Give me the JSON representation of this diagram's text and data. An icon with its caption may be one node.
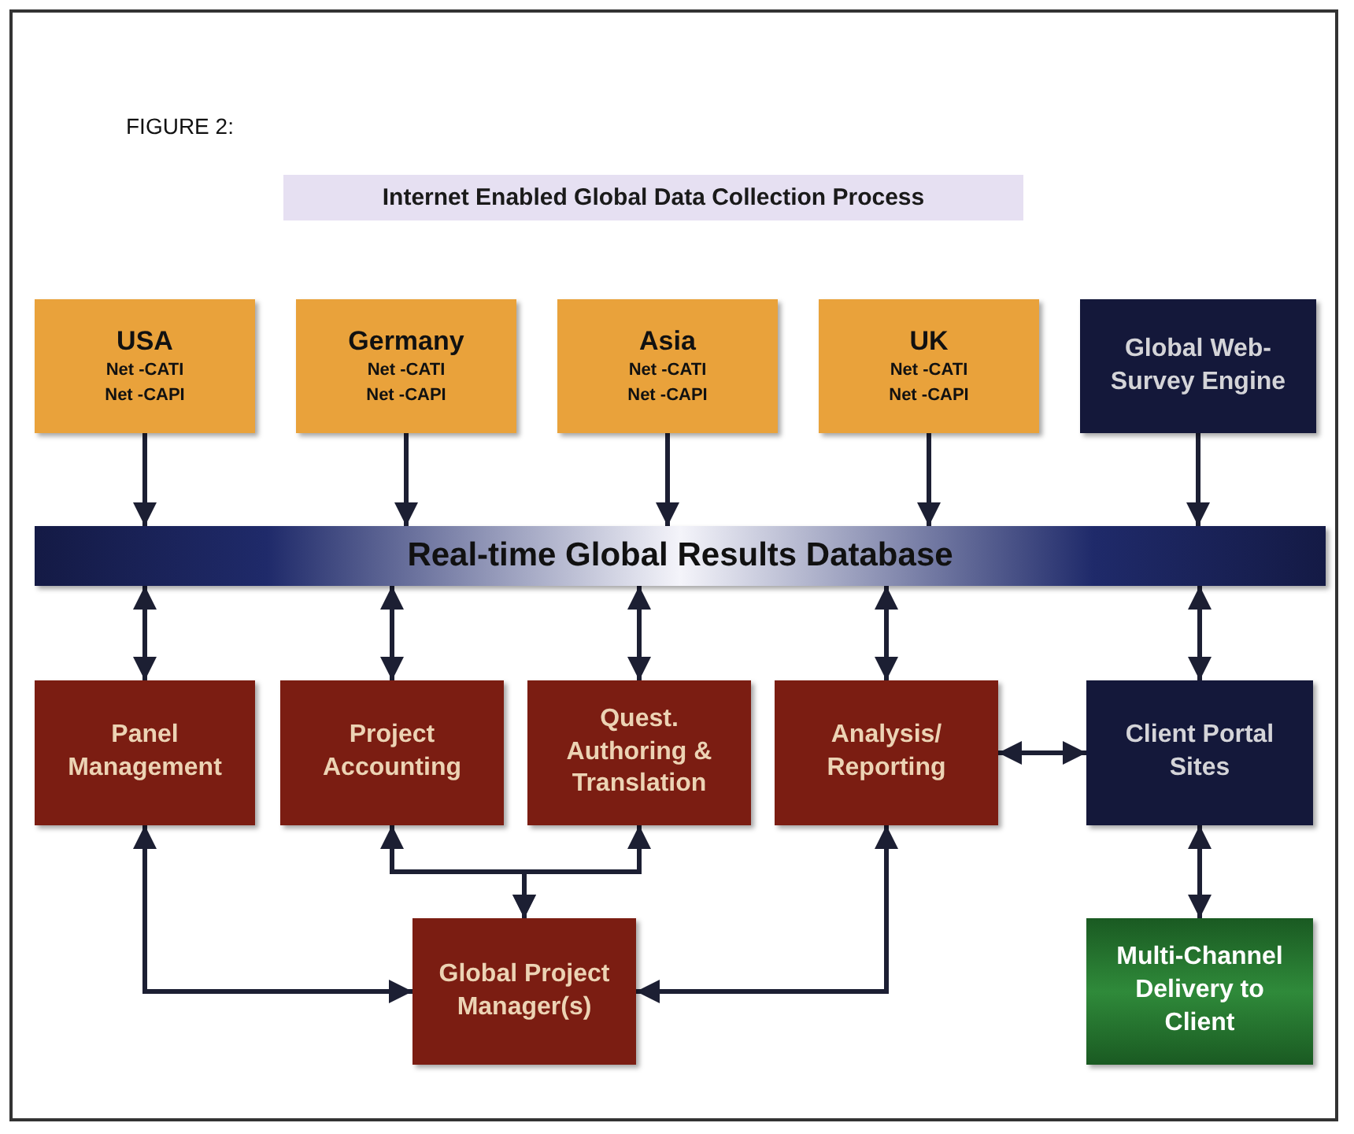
{
  "diagram": {
    "title": "Internet Enabled Global Data Collection Process",
    "nodes": [
      {
        "text": [
          "USA",
          "Net -CATI Net -CAPI"
        ]
      },
      {
        "text": [
          "Germany",
          "Net -CATI Net -CAPI"
        ]
      },
      {
        "text": [
          "Asia",
          "Net -CATI Net -CAPI"
        ]
      },
      {
        "text": [
          "UK",
          "Net -CATI Net -CAPI"
        ]
      },
      {
        "text": [
          "Global Web-Survey Engine"
        ]
      },
      {
        "text": [
          "Real-time Global Results Database"
        ]
      },
      {
        "text": [
          "Panel Management"
        ]
      },
      {
        "text": [
          "Project Accounting"
        ]
      },
      {
        "text": [
          "Quest. Authoring & Translation"
        ]
      },
      {
        "text": [
          "Analysis/ Reporting"
        ]
      },
      {
        "text": [
          "Client Portal Sites"
        ]
      },
      {
        "text": [
          "Global Project Manager(s)"
        ]
      },
      {
        "text": [
          "Multi-Channel Delivery to Client"
        ]
      }
    ],
    "edges": [
      {
        "from": 0,
        "to": 5,
        "arrow": "to"
      },
      {
        "from": 1,
        "to": 5,
        "arrow": "to"
      },
      {
        "from": 2,
        "to": 5,
        "arrow": "to"
      },
      {
        "from": 3,
        "to": 5,
        "arrow": "to"
      },
      {
        "from": 4,
        "to": 5,
        "arrow": "to"
      },
      {
        "from": 5,
        "to": 6,
        "arrow": "both"
      },
      {
        "from": 5,
        "to": 7,
        "arrow": "both"
      },
      {
        "from": 5,
        "to": 8,
        "arrow": "both"
      },
      {
        "from": 5,
        "to": 9,
        "arrow": "both"
      },
      {
        "from": 5,
        "to": 10,
        "arrow": "both"
      },
      {
        "from": 9,
        "to": 10,
        "arrow": "both"
      },
      {
        "from": 10,
        "to": 12,
        "arrow": "both"
      },
      {
        "from": 7,
        "to": 11,
        "arrow": "both"
      },
      {
        "from": 8,
        "to": 11,
        "arrow": "both"
      },
      {
        "from": 6,
        "to": 11,
        "arrow": "both"
      },
      {
        "from": 9,
        "to": 11,
        "arrow": "both"
      }
    ],
    "labels": [
      "FIGURE 2:"
    ]
  }
}
